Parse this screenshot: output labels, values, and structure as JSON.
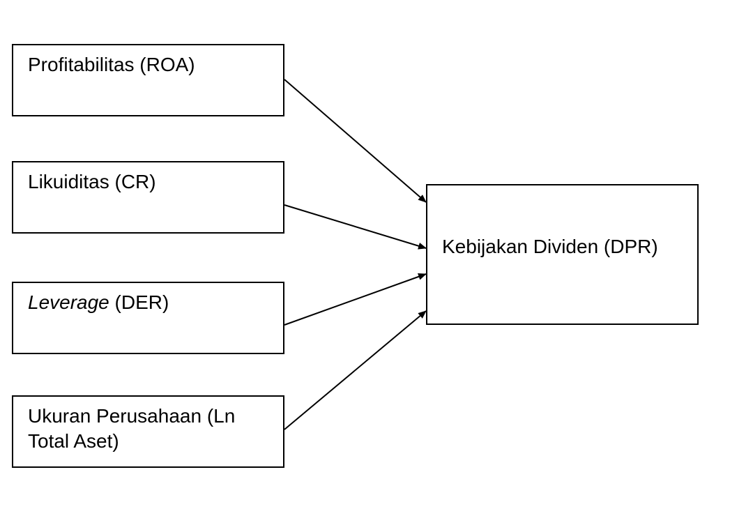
{
  "inputs": {
    "roa": "Profitabilitas (ROA)",
    "cr": "Likuiditas (CR)",
    "der_italic": "Leverage",
    "der_rest": " (DER)",
    "ln_line1": "Ukuran Perusahaan (Ln",
    "ln_line2": "Total Aset)"
  },
  "output": {
    "dpr": "Kebijakan Dividen (DPR)"
  }
}
